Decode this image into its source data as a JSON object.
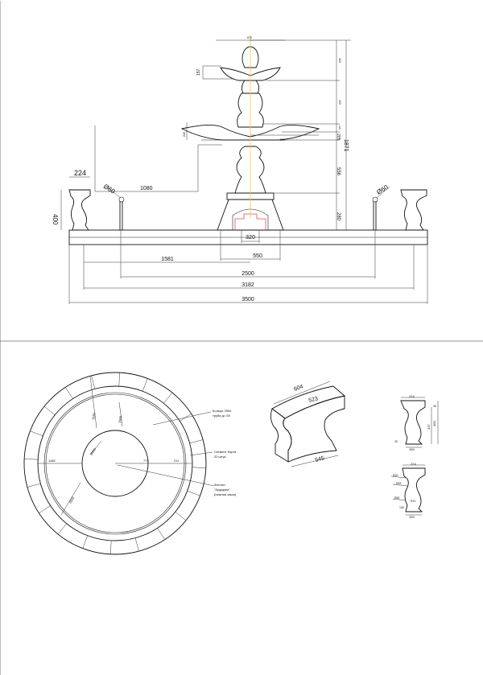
{
  "elevation": {
    "dims": {
      "d224": "224",
      "d400": "400",
      "d1080": "1080",
      "phi60_left": "Ø60",
      "phi60_right": "Ø60",
      "d1581": "1581",
      "d2500": "2500",
      "d3182": "3182",
      "d3500": "3500",
      "d320": "320",
      "d550": "550",
      "d157": "157",
      "d670": "670",
      "d1871": "1871",
      "d556": "556",
      "d280": "280",
      "d226": "226",
      "d890": "890",
      "d323": "323",
      "d423": "423",
      "d205": "205",
      "d125": "125"
    }
  },
  "plan": {
    "labels": {
      "ring": "Кольцо 2500\nтруба д= 60",
      "ring_line1": "Кольцо 2500",
      "ring_line2": "труба д= 60",
      "border_line1": "Сегмент борта",
      "border_line2": "20 штук",
      "fountain_line1": "Фонтан",
      "fountain_line2": "\"Ардарим\"",
      "fountain_line3": "(нижняя чаша)"
    },
    "dims": {
      "r1165": "1165",
      "r774": "774",
      "r211": "211",
      "d2500": "2500",
      "d3182": "3182",
      "d3500": "3500",
      "d_inner": "Ø890"
    }
  },
  "segment": {
    "dims": {
      "d604": "604",
      "d523": "523",
      "d545": "545"
    }
  },
  "profile_top": {
    "dims": {
      "d224": "224",
      "d159": "159",
      "d400": "400",
      "d337": "337",
      "d20": "20",
      "d45": "45"
    }
  },
  "profile_bottom": {
    "dims": {
      "d224": "224",
      "d159": "159",
      "r20": "R20",
      "r25": "R25",
      "r12": "R12",
      "r50": "R50",
      "d100": "100"
    }
  }
}
